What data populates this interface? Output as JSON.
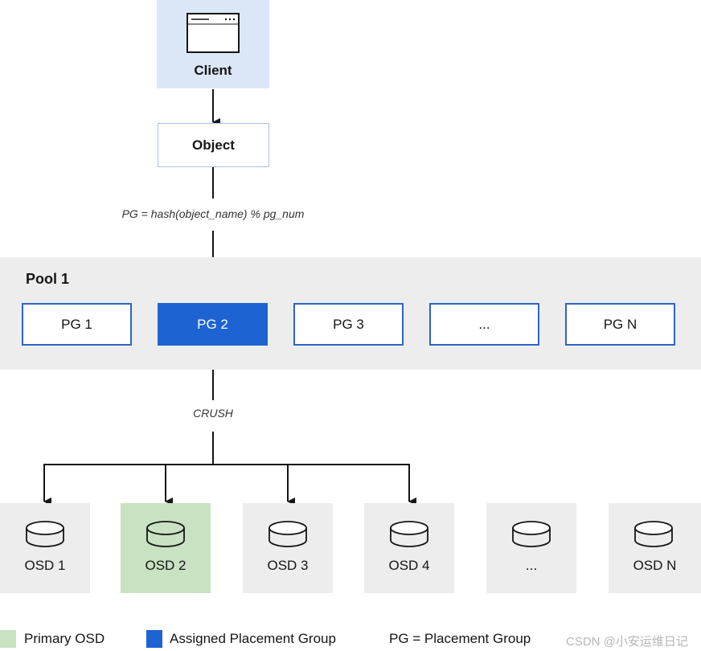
{
  "client": {
    "label": "Client"
  },
  "object": {
    "label": "Object"
  },
  "formula": "PG = hash(object_name) % pg_num",
  "pool": {
    "title": "Pool 1",
    "pgs": [
      "PG 1",
      "PG 2",
      "PG 3",
      "...",
      "PG N"
    ],
    "assigned_pg": "PG 2"
  },
  "crush_label": "CRUSH",
  "osds": [
    "OSD 1",
    "OSD 2",
    "OSD 3",
    "OSD 4",
    "...",
    "OSD N"
  ],
  "primary_osd": "OSD 2",
  "legend": {
    "primary": "Primary OSD",
    "assigned": "Assigned Placement Group",
    "pg_def": "PG = Placement Group"
  },
  "watermark": "CSDN @小安运维日记",
  "colors": {
    "client_bg": "#dbe7f6",
    "assigned_pg": "#1d63d2",
    "pg_border": "#2b64c8",
    "primary_osd": "#c8e2c2",
    "pool_bg": "#ededed"
  }
}
